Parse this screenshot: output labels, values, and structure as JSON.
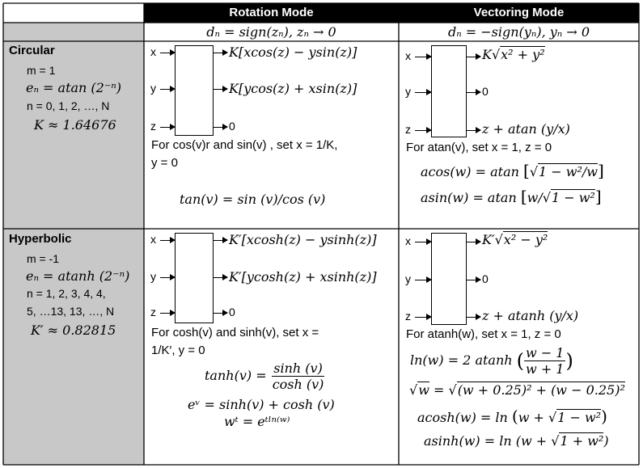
{
  "headers": {
    "rotation": "Rotation Mode",
    "vectoring": "Vectoring Mode"
  },
  "conditions": {
    "rotation": "dₙ = sign(zₙ), zₙ → 0",
    "vectoring": "dₙ = −sign(yₙ), yₙ → 0"
  },
  "ports": {
    "x": "x",
    "y": "y",
    "z": "z",
    "zero": "0"
  },
  "circular": {
    "title": "Circular",
    "m": "m = 1",
    "e": "eₙ = atan (2⁻ⁿ)",
    "n": "n = 0, 1, 2, …, N",
    "k": "K ≈ 1.64676",
    "rotation": {
      "out_x": "K[xcos(z) − ysin(z)]",
      "out_y": "K[ycos(z) + xsin(z)]",
      "note1": "For cos(v)r and sin(v) , set x =  1/K,",
      "note2": "y = 0",
      "tan": "tan(v) =  sin (v)/cos (v)"
    },
    "vectoring": {
      "out_x_k": "K",
      "out_x_rad": "x² + y²",
      "out_z": "z + atan (y/x)",
      "note": "For atan(v), set x = 1, z = 0",
      "acos_lhs": "acos(w) = atan",
      "acos_rad": "1 − w²/w",
      "asin_lhs": "asin(w) = atan",
      "asin_w": "w/",
      "asin_rad": "1 − w²"
    }
  },
  "hyperbolic": {
    "title": "Hyperbolic",
    "m": "m = -1",
    "e": "eₙ = atanh (2⁻ⁿ)",
    "n1": "n = 1, 2, 3, 4, 4,",
    "n2": "5, …13, 13, …, N",
    "k": "K′ ≈ 0.82815",
    "rotation": {
      "out_x": "K′[xcosh(z) − ysinh(z)]",
      "out_y": "K′[ycosh(z) + xsinh(z)]",
      "note1": "For cosh(v) and sinh(v), set x =",
      "note2": "1/K′, y = 0",
      "tanh_lhs": "tanh(v) =",
      "tanh_num": "sinh (v)",
      "tanh_den": "cosh (v)",
      "exp": "eᵛ = sinh(v) + cosh (v)",
      "wt": "wᵗ = eᵗˡⁿ⁽ʷ⁾"
    },
    "vectoring": {
      "out_x_k": "K′",
      "out_x_rad": "x² − y²",
      "out_z": "z + atanh (y/x)",
      "note": "For atanh(w), set x = 1, z = 0",
      "ln_lhs": "ln(w) = 2 atanh",
      "ln_num": "w − 1",
      "ln_den": "w + 1",
      "sqrt_lhs": "w",
      "sqrt_rhs": "(w + 0.25)² + (w − 0.25)²",
      "acosh_lhs": "acosh(w) = ln",
      "acosh_w": "w + ",
      "acosh_rad": "1 − w²",
      "asinh_lhs": "asinh(w) = ln (w + ",
      "asinh_rad": "1 + w²",
      "asinh_end": ")"
    }
  },
  "colors": {
    "header_bg": "#000000",
    "label_col_bg": "#c8c8c8",
    "line": "#000000"
  }
}
